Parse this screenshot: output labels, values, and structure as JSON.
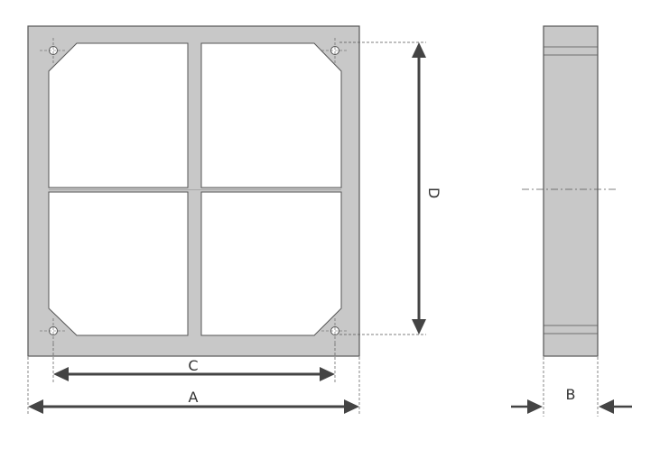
{
  "colors": {
    "frame_fill": "#c8c8c8",
    "frame_stroke": "#555555",
    "dim_line": "#444444",
    "text": "#333333",
    "background": "#ffffff"
  },
  "front_view": {
    "dimensions": {
      "A": "A",
      "C": "C",
      "D": "D"
    },
    "mounting_holes": 4,
    "panes": 4
  },
  "side_view": {
    "dimensions": {
      "B": "B"
    }
  }
}
